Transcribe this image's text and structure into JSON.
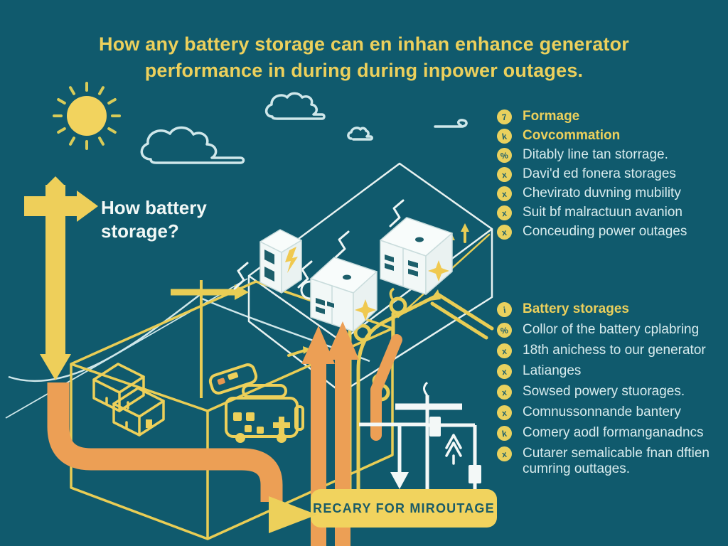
{
  "title": {
    "line1": "How any battery storage can en inhan enhance generator",
    "line2": "performance in during during inpower outages."
  },
  "question": {
    "line1": "How battery",
    "line2": "storage?"
  },
  "banner": {
    "label": "RECARY FOR MIROUTAGE"
  },
  "lists": {
    "top": {
      "items": [
        {
          "glyph": "7",
          "label": "Formage"
        },
        {
          "glyph": "k",
          "label": "Covcommation"
        },
        {
          "glyph": "%",
          "label": "Ditably line tan storrage."
        },
        {
          "glyph": "x",
          "label": "Davi'd ed fonera storages"
        },
        {
          "glyph": "x",
          "label": "Chevirato duvning mubility"
        },
        {
          "glyph": "x",
          "label": "Suit bf malractuun avanion"
        },
        {
          "glyph": "x",
          "label": "Conceuding power outages"
        }
      ]
    },
    "bottom": {
      "items": [
        {
          "glyph": "i",
          "label": "Battery storages"
        },
        {
          "glyph": "%",
          "label": "Collor of the battery cplabring"
        },
        {
          "glyph": "x",
          "label": "18th anichess to our generator"
        },
        {
          "glyph": "x",
          "label": "Latianges"
        },
        {
          "glyph": "x",
          "label": "Sowsed powery stuorages."
        },
        {
          "glyph": "x",
          "label": "Comnussonnande bantery"
        },
        {
          "glyph": "k",
          "label": "Comery aodl formanganadncs"
        },
        {
          "glyph": "x",
          "label": "Cutarer semalicable fnan dftien cumring outtages."
        }
      ]
    }
  },
  "icons": {
    "sun": "sun-icon",
    "clouds": "cloud-icon",
    "battery_units": "battery-unit",
    "generator": "generator",
    "crates": "storage-crates",
    "signpost": "signpost-cross",
    "up_arrows": "orange-up-arrows",
    "power_pole": "distribution-pole"
  },
  "colors": {
    "background": "#105a6d",
    "accent_yellow": "#ecd05c",
    "accent_orange": "#ec9f55",
    "text_white": "#d9ecee",
    "banner_fill": "#f1d35e",
    "banner_text": "#1a5b67"
  }
}
